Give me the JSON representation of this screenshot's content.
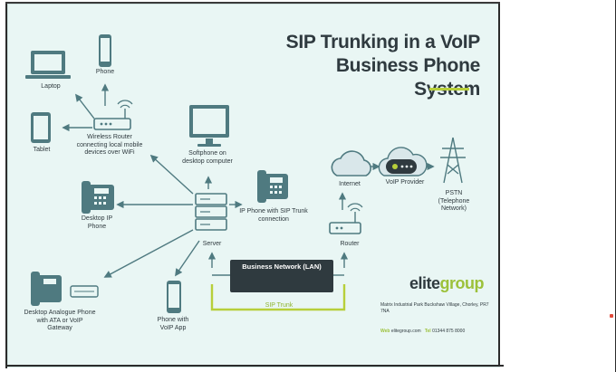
{
  "title": {
    "line1": "SIP Trunking in a VoIP",
    "line2": "Business Phone System"
  },
  "nodes": {
    "laptop": "Laptop",
    "phone": "Phone",
    "tablet": "Tablet",
    "wifi_router": "Wireless Router connecting local mobile devices over WiFi",
    "softphone": "Softphone on desktop computer",
    "desktop_ip_phone": "Desktop IP Phone",
    "ip_phone_sip": "IP Phone with SIP Trunk connection",
    "server": "Server",
    "internet": "Internet",
    "voip_provider": "VoIP Provider",
    "pstn": "PSTN (Telephone Network)",
    "router": "Router",
    "business_network": "Business Network (LAN)",
    "sip_trunk": "SIP Trunk",
    "desktop_analogue": "Desktop Analogue Phone with ATA or VoIP Gateway",
    "phone_voip_app": "Phone with VoIP App"
  },
  "brand": {
    "part1": "elite",
    "part2": "group"
  },
  "address": "Matrix Industrial Park Buckshaw Village, Chorley, PR7 7NA",
  "contact": {
    "web_label": "Web",
    "web": "elitegroup.com",
    "tel_label": "Tel",
    "tel": "01344 875 8000"
  },
  "colors": {
    "background": "#e9f6f4",
    "dark": "#2f3a3f",
    "accent": "#b7cf3a",
    "icon_blue": "#4f7a80",
    "cloud": "#d9e7ea"
  }
}
